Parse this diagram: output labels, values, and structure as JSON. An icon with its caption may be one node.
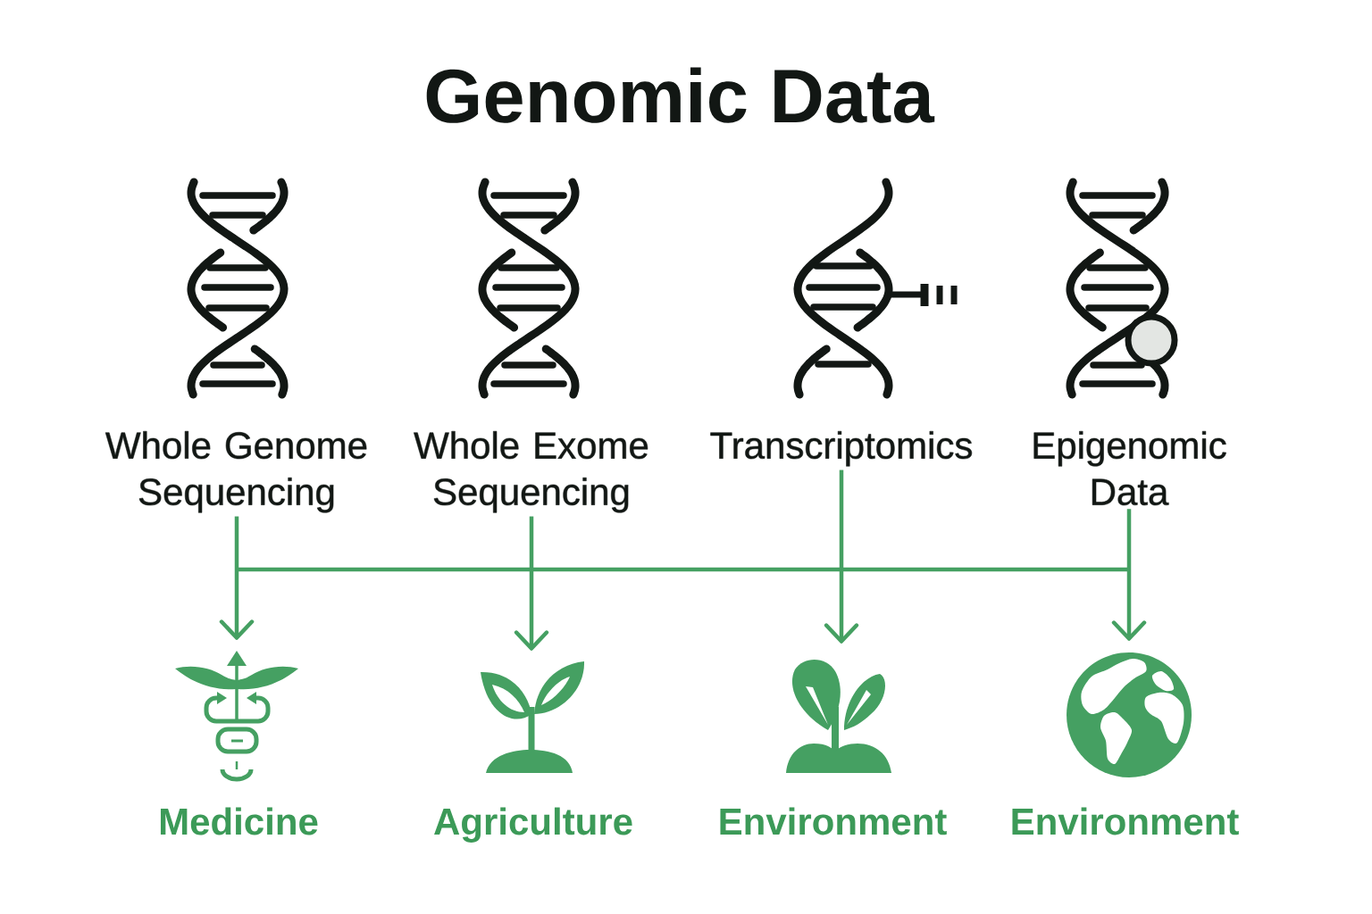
{
  "diagram": {
    "title": "Genomic Data",
    "nodes": [
      {
        "text": [
          "Whole Genome Sequencing"
        ]
      },
      {
        "text": [
          "Whole Exome Sequencing"
        ]
      },
      {
        "text": [
          "Transcriptomics"
        ]
      },
      {
        "text": [
          "Epigenomic Data"
        ]
      },
      {
        "text": [],
        "shape": "picture",
        "beside": [
          "Medicine"
        ]
      },
      {
        "text": [],
        "shape": "picture",
        "beside": [
          "Agriculture"
        ]
      },
      {
        "text": [],
        "shape": "picture",
        "beside": [
          "Environment"
        ]
      },
      {
        "text": [],
        "shape": "picture",
        "beside": [
          "Environment"
        ]
      }
    ],
    "edges": [
      {
        "from": 0,
        "to": 4,
        "arrow": "to"
      },
      {
        "from": 0,
        "to": 5,
        "arrow": "to"
      },
      {
        "from": 0,
        "to": 6,
        "arrow": "to"
      },
      {
        "from": 0,
        "to": 7,
        "arrow": "to"
      },
      {
        "from": 1,
        "to": 4,
        "arrow": "to"
      },
      {
        "from": 1,
        "to": 5,
        "arrow": "to"
      },
      {
        "from": 1,
        "to": 6,
        "arrow": "to"
      },
      {
        "from": 1,
        "to": 7,
        "arrow": "to"
      },
      {
        "from": 2,
        "to": 4,
        "arrow": "to"
      },
      {
        "from": 2,
        "to": 5,
        "arrow": "to"
      },
      {
        "from": 2,
        "to": 6,
        "arrow": "to"
      },
      {
        "from": 2,
        "to": 7,
        "arrow": "to"
      },
      {
        "from": 3,
        "to": 4,
        "arrow": "to"
      },
      {
        "from": 3,
        "to": 5,
        "arrow": "to"
      },
      {
        "from": 3,
        "to": 6,
        "arrow": "to"
      },
      {
        "from": 3,
        "to": 7,
        "arrow": "to"
      }
    ]
  }
}
